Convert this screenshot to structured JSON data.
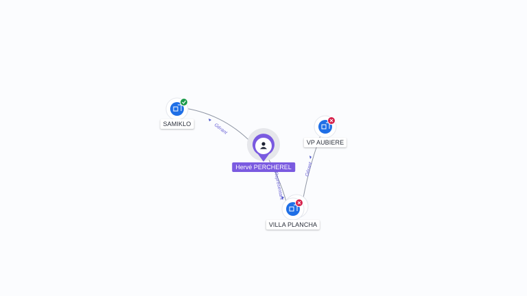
{
  "colors": {
    "company_blue": "#1f6fe6",
    "person_purple": "#7a5ae0",
    "status_active": "#1a9a4a",
    "status_closed": "#d6204a",
    "edge": "#8e95a3",
    "edge_label": "#6b63d6"
  },
  "person": {
    "name": "Hervé PERCHEREL",
    "icon": "person-icon"
  },
  "companies": [
    {
      "id": "samiklo",
      "name": "SAMIKLO",
      "status": "active",
      "status_icon": "check-icon",
      "icon": "building-icon"
    },
    {
      "id": "vp-aubiere",
      "name": "VP AUBIERE",
      "status": "closed",
      "status_icon": "cross-icon",
      "icon": "building-icon"
    },
    {
      "id": "villa-plancha",
      "name": "VILLA PLANCHA",
      "status": "closed",
      "status_icon": "cross-icon",
      "icon": "building-icon"
    }
  ],
  "edges": [
    {
      "from": "person",
      "to": "samiklo",
      "label": "Gérant"
    },
    {
      "from": "person",
      "to": "villa-plancha",
      "label": "Représentant"
    },
    {
      "from": "villa-plancha",
      "to": "vp-aubiere",
      "label": "Gérant"
    }
  ]
}
